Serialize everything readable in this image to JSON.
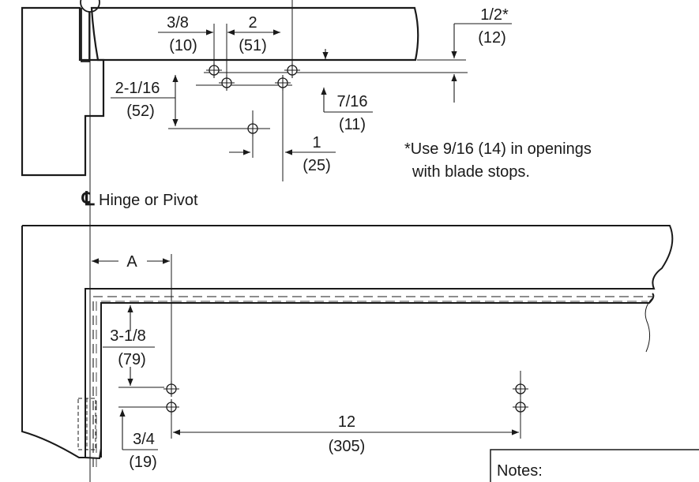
{
  "colors": {
    "ink": "#1a1a1a",
    "paper": "#ffffff"
  },
  "top_view": {
    "dims": {
      "d1": {
        "top": "3/8",
        "bottom": "(10)"
      },
      "d2": {
        "top": "2",
        "bottom": "(51)"
      },
      "d3": {
        "top": "1/2*",
        "bottom": "(12)"
      },
      "d4": {
        "top": "2-1/16",
        "bottom": "(52)"
      },
      "d5": {
        "top": "7/16",
        "bottom": "(11)"
      },
      "d6": {
        "top": "1",
        "bottom": "(25)"
      }
    },
    "footnote": {
      "line1": "*Use 9/16 (14) in openings",
      "line2": "with blade stops."
    },
    "centerline_symbol": "℄",
    "centerline_label": "Hinge or Pivot"
  },
  "front_view": {
    "dims": {
      "a": {
        "label": "A"
      },
      "d7": {
        "top": "3-1/8",
        "bottom": "(79)"
      },
      "d8": {
        "top": "3/4",
        "bottom": "(19)"
      },
      "d9": {
        "top": "12",
        "bottom": "(305)"
      }
    }
  },
  "notes_box": {
    "title": "Notes:"
  }
}
